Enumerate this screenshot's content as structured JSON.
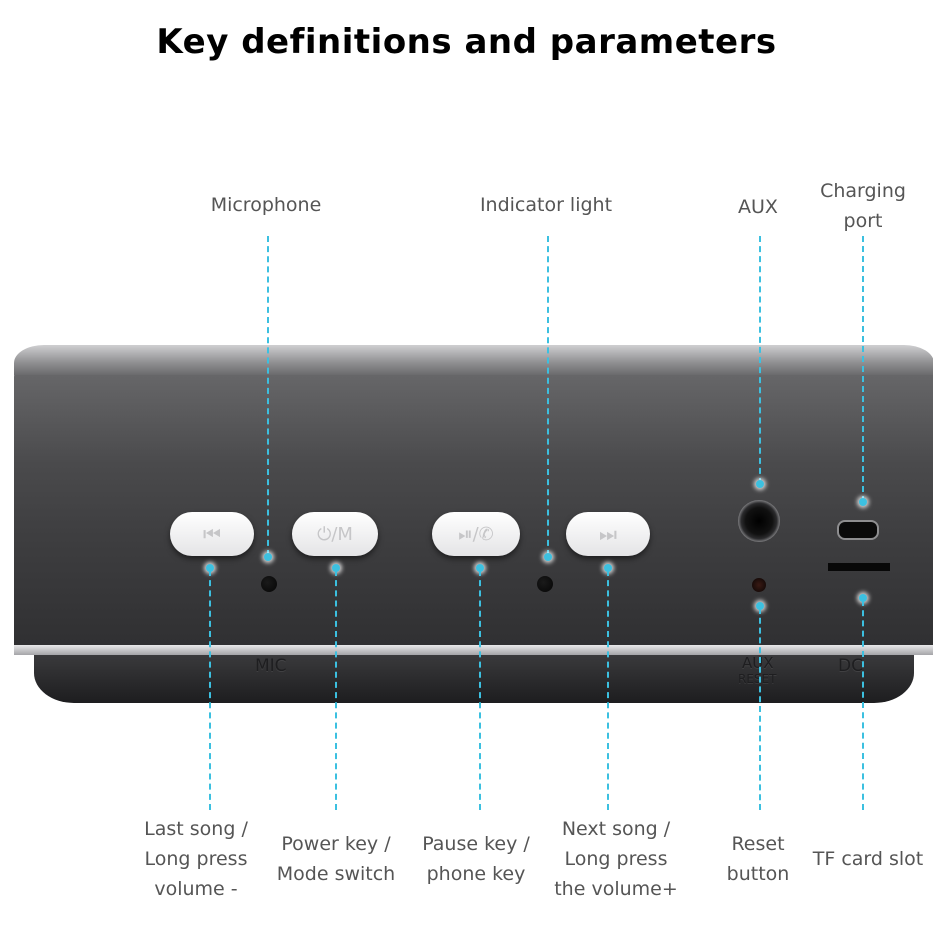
{
  "title": "Key definitions and parameters",
  "labels_top": {
    "microphone": "Microphone",
    "indicator": "Indicator light",
    "aux": "AUX",
    "charging": "Charging\nport"
  },
  "labels_bottom": {
    "last_song": "Last song /\nLong press\nvolume -",
    "power": "Power key /\nMode switch",
    "pause": "Pause key /\nphone key",
    "next_song": "Next song /\nLong press\nthe volume+",
    "reset": "Reset\nbutton",
    "tf": "TF card slot"
  },
  "buttons": {
    "prev": "⏮",
    "mode": "⏻/M",
    "play": "⏯/✆",
    "next": "⏭"
  },
  "engravings": {
    "mic": "MIC",
    "aux": "AUX",
    "reset": "RESET",
    "dc": "DC"
  },
  "colors": {
    "leader_line": "#3cc0e0",
    "body": "#3e3e40",
    "button": "#ffffff"
  }
}
